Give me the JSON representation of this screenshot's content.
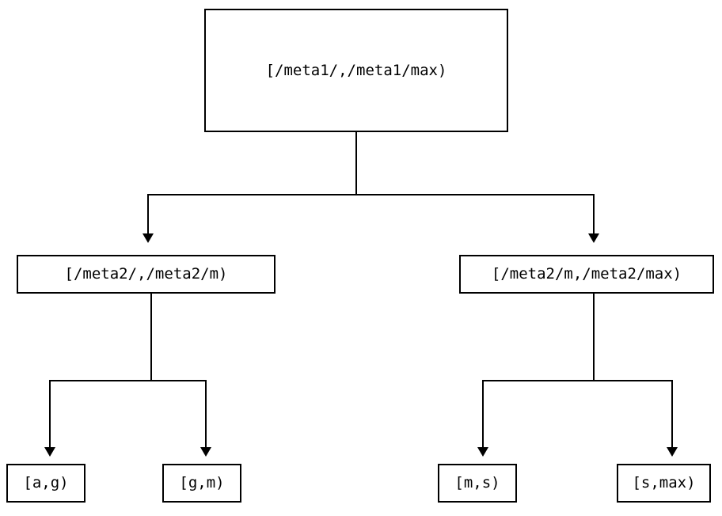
{
  "diagram": {
    "type": "tree",
    "orientation": "top-down",
    "background_color": "#ffffff",
    "line_color": "#000000",
    "text_color": "#000000",
    "nodes": {
      "root": {
        "label": "[/meta1/,/meta1/max)"
      },
      "level2": [
        {
          "label": "[/meta2/,/meta2/m)"
        },
        {
          "label": "[/meta2/m,/meta2/max)"
        }
      ],
      "level3": [
        {
          "label": "[a,g)"
        },
        {
          "label": "[g,m)"
        },
        {
          "label": "[m,s)"
        },
        {
          "label": "[s,max)"
        }
      ]
    },
    "edges": [
      {
        "from": "root",
        "to": "[/meta2/,/meta2/m)",
        "arrow": "down"
      },
      {
        "from": "root",
        "to": "[/meta2/m,/meta2/max)",
        "arrow": "down"
      },
      {
        "from": "[/meta2/,/meta2/m)",
        "to": "[a,g)",
        "arrow": "down"
      },
      {
        "from": "[/meta2/,/meta2/m)",
        "to": "[g,m)",
        "arrow": "down"
      },
      {
        "from": "[/meta2/m,/meta2/max)",
        "to": "[m,s)",
        "arrow": "down"
      },
      {
        "from": "[/meta2/m,/meta2/max)",
        "to": "[s,max)",
        "arrow": "down"
      }
    ]
  }
}
